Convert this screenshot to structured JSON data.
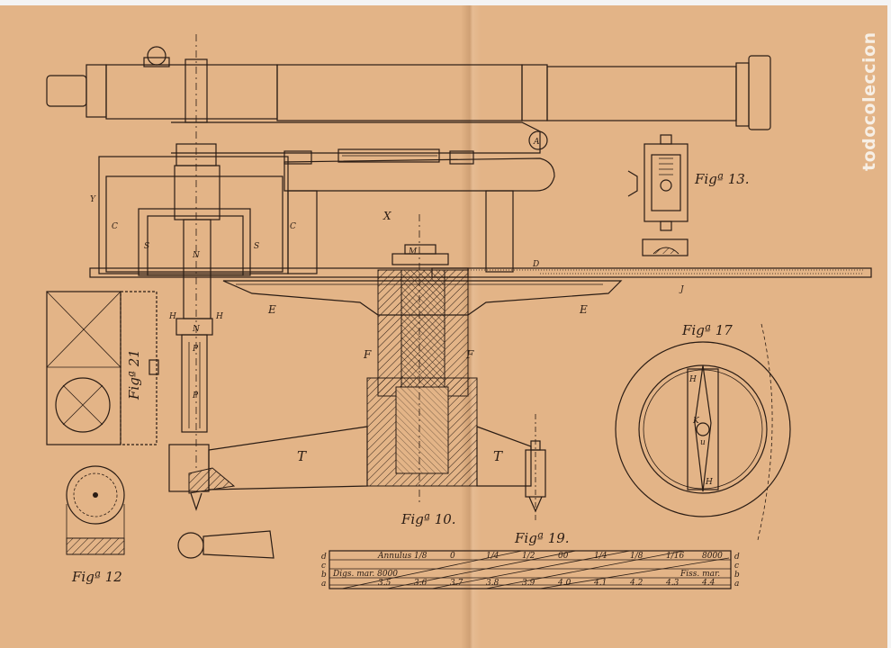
{
  "watermark": "todocoleccion",
  "figure_captions": {
    "fig10": "Figª 10.",
    "fig12": "Figª 12",
    "fig13": "Figª 13.",
    "fig17": "Figª 17",
    "fig19": "Figª 19.",
    "fig21": "Figª 21"
  },
  "part_letters": {
    "X": "X",
    "E_left": "E",
    "E_right": "E",
    "F_left": "F",
    "F_right": "F",
    "T_left": "T",
    "T_right": "T",
    "A": "A",
    "N_upper": "N",
    "N_lower": "N",
    "H_left": "H",
    "H_right": "H",
    "P_upper": "P",
    "P_lower": "P",
    "S_left": "S",
    "S_right": "S",
    "C_left": "C",
    "C_right": "C",
    "Y": "Y",
    "J": "J",
    "D": "D",
    "K": "K",
    "u": "u",
    "H17_top": "H",
    "H17_bottom": "H",
    "M": "M"
  },
  "scale_fig19": {
    "row_letters_left": [
      "d",
      "c",
      "b",
      "a"
    ],
    "row_letters_right": [
      "d",
      "c",
      "b",
      "a"
    ],
    "top_labels": [
      "Annulus",
      "1/8",
      "0",
      "1/4",
      "1/2",
      "00",
      "1/4",
      "1/8",
      "1/16",
      "8000"
    ],
    "left_text": "Digs. mar. 8000",
    "right_text": "Fiss. mar.",
    "bottom_labels": [
      "3.5",
      "3.6",
      "3.7",
      "3.8",
      "3.9",
      "4.0",
      "4.1",
      "4.2",
      "4.3",
      "4.4"
    ]
  },
  "colors": {
    "paper": "#e3b487",
    "ink": "#2a1c14"
  }
}
